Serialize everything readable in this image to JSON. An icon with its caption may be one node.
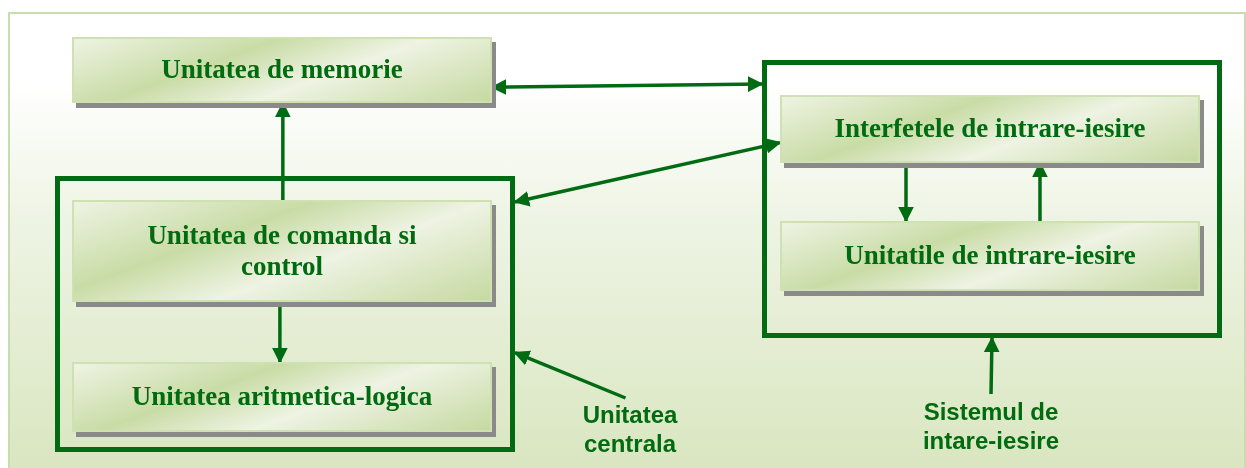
{
  "diagram": {
    "nodes": [
      {
        "text": [
          "Unitatea de memorie"
        ]
      },
      {
        "text": [],
        "shape": "box"
      },
      {
        "text": [
          "Unitatea de comanda si control"
        ],
        "in": 1
      },
      {
        "text": [
          "Unitatea aritmetica-logica"
        ],
        "in": 1
      },
      {
        "text": [],
        "shape": "box"
      },
      {
        "text": [
          "Interfetele de intrare-iesire"
        ],
        "in": 4
      },
      {
        "text": [
          "Unitatile de intrare-iesire"
        ],
        "in": 4
      },
      {
        "text": [
          "Unitatea centrala"
        ]
      },
      {
        "text": [
          "Sistemul de intare-iesire"
        ]
      }
    ],
    "edges": [
      {
        "from": 0,
        "to": 4,
        "arrow": "both"
      },
      {
        "from": 5,
        "to": 1,
        "arrow": "both"
      },
      {
        "from": 2,
        "to": 0,
        "arrow": "to"
      },
      {
        "from": 2,
        "to": 3,
        "arrow": "to"
      },
      {
        "from": 5,
        "to": 6,
        "arrow": "to"
      },
      {
        "from": 6,
        "to": 5,
        "arrow": "to"
      },
      {
        "from": 7,
        "to": 1,
        "arrow": "to"
      },
      {
        "from": 8,
        "to": 4,
        "arrow": "to"
      }
    ]
  }
}
